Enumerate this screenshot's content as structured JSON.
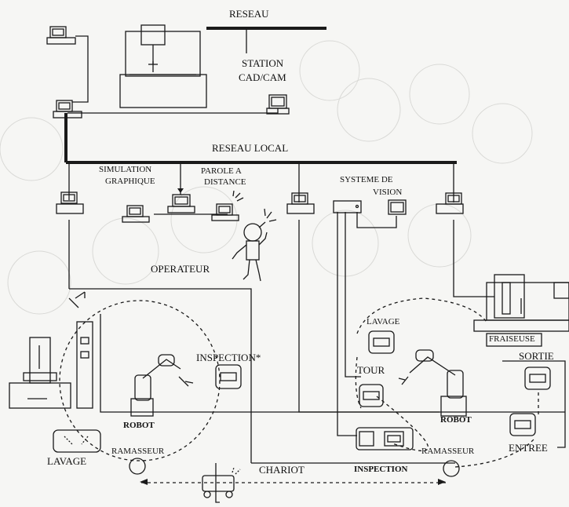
{
  "labels": {
    "reseau": "RESEAU",
    "station": "STATION",
    "cad_cam": "CAD/CAM",
    "reseau_local": "RESEAU LOCAL",
    "simulation": "SIMULATION",
    "graphique": "GRAPHIQUE",
    "parole_a": "PAROLE A",
    "distance": "DISTANCE",
    "systeme_de": "SYSTEME DE",
    "vision": "VISION",
    "operateur": "OPERATEUR",
    "lavage_right": "LAVAGE",
    "fraiseuse": "FRAISEUSE",
    "inspection_star": "INSPECTION*",
    "tour": "TOUR",
    "sortie": "SORTIE",
    "robot_left": "ROBOT",
    "robot_right": "ROBOT",
    "entree": "ENTREE",
    "lavage_left": "LAVAGE",
    "ramasseur_left": "RAMASSEUR",
    "chariot": "CHARIOT",
    "inspection": "INSPECTION",
    "ramasseur_right": "RAMASSEUR"
  },
  "colors": {
    "line": "#1a1a1a",
    "fill": "#ffffff",
    "paper": "#f6f6f4",
    "faint": "#d9d9d6"
  }
}
